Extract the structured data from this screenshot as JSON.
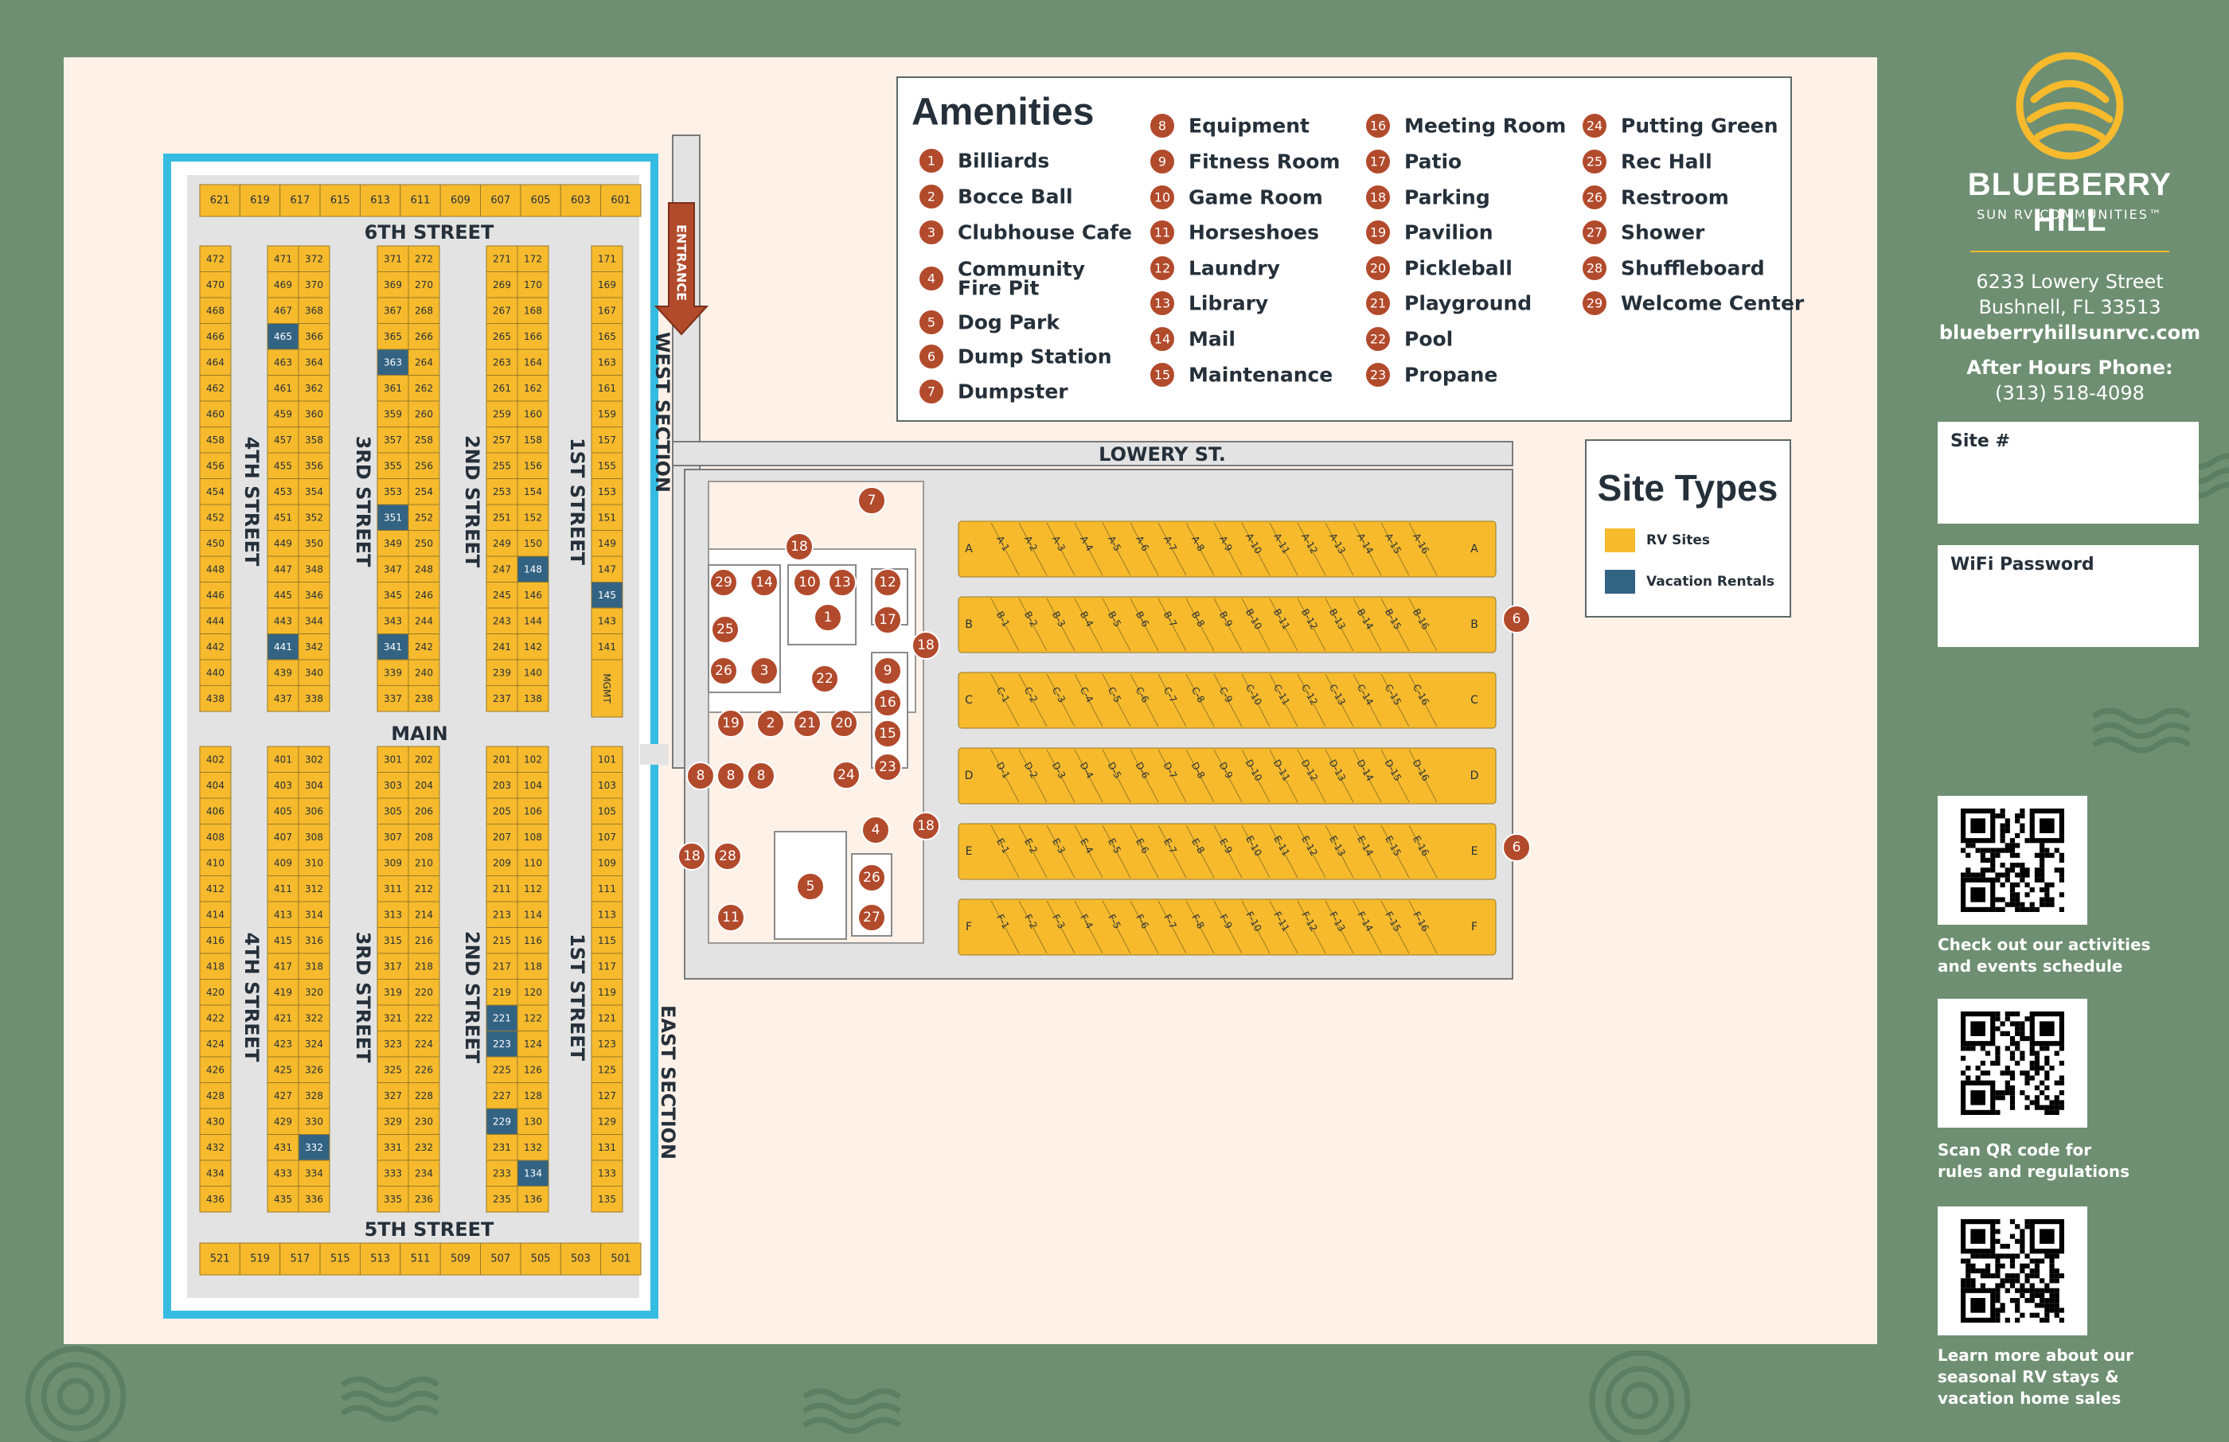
{
  "colors": {
    "sidebar_bg": "#6e8f72",
    "map_bg": "#fdf1e8",
    "rv_site": "#f6ba2c",
    "vacation_rental": "#336383",
    "road": "#e3e3e3",
    "border_blue": "#37bce1",
    "amenity_badge": "#b24a2c",
    "text_dark": "#26303a"
  },
  "amenities": {
    "title": "Amenities",
    "items": [
      {
        "n": "1",
        "name": "Billiards"
      },
      {
        "n": "2",
        "name": "Bocce Ball"
      },
      {
        "n": "3",
        "name": "Clubhouse Cafe"
      },
      {
        "n": "4",
        "name": "Community Fire Pit"
      },
      {
        "n": "5",
        "name": "Dog Park"
      },
      {
        "n": "6",
        "name": "Dump Station"
      },
      {
        "n": "7",
        "name": "Dumpster"
      },
      {
        "n": "8",
        "name": "Equipment"
      },
      {
        "n": "9",
        "name": "Fitness Room"
      },
      {
        "n": "10",
        "name": "Game Room"
      },
      {
        "n": "11",
        "name": "Horseshoes"
      },
      {
        "n": "12",
        "name": "Laundry"
      },
      {
        "n": "13",
        "name": "Library"
      },
      {
        "n": "14",
        "name": "Mail"
      },
      {
        "n": "15",
        "name": "Maintenance"
      },
      {
        "n": "16",
        "name": "Meeting Room"
      },
      {
        "n": "17",
        "name": "Patio"
      },
      {
        "n": "18",
        "name": "Parking"
      },
      {
        "n": "19",
        "name": "Pavilion"
      },
      {
        "n": "20",
        "name": "Pickleball"
      },
      {
        "n": "21",
        "name": "Playground"
      },
      {
        "n": "22",
        "name": "Pool"
      },
      {
        "n": "23",
        "name": "Propane"
      },
      {
        "n": "24",
        "name": "Putting Green"
      },
      {
        "n": "25",
        "name": "Rec Hall"
      },
      {
        "n": "26",
        "name": "Restroom"
      },
      {
        "n": "27",
        "name": "Shower"
      },
      {
        "n": "28",
        "name": "Shuffleboard"
      },
      {
        "n": "29",
        "name": "Welcome Center"
      }
    ]
  },
  "site_types": {
    "title": "Site Types",
    "rv_label": "RV Sites",
    "vacation_label": "Vacation Rentals"
  },
  "street_labels": {
    "sixth": "6TH STREET",
    "fifth": "5TH STREET",
    "main": "MAIN",
    "fourth": "4TH STREET",
    "third": "3RD STREET",
    "second": "2ND STREET",
    "first": "1ST STREET",
    "west": "WEST SECTION",
    "east": "EAST SECTION",
    "lowery": "LOWERY ST.",
    "entrance": "ENTRANCE",
    "mgmt": "MGMT"
  },
  "sites": {
    "top_row": [
      "621",
      "619",
      "617",
      "615",
      "613",
      "611",
      "609",
      "607",
      "605",
      "603",
      "601"
    ],
    "bottom_row": [
      "521",
      "519",
      "517",
      "515",
      "513",
      "511",
      "509",
      "507",
      "505",
      "503",
      "501"
    ],
    "north_columns": [
      [
        "472",
        "470",
        "468",
        "466",
        "464",
        "462",
        "460",
        "458",
        "456",
        "454",
        "452",
        "450",
        "448",
        "446",
        "444",
        "442",
        "440",
        "438"
      ],
      [
        "471",
        "469",
        "467",
        "465",
        "463",
        "461",
        "459",
        "457",
        "455",
        "453",
        "451",
        "449",
        "447",
        "445",
        "443",
        "441",
        "439",
        "437"
      ],
      [
        "372",
        "370",
        "368",
        "366",
        "364",
        "362",
        "360",
        "358",
        "356",
        "354",
        "352",
        "350",
        "348",
        "346",
        "344",
        "342",
        "340",
        "338"
      ],
      [
        "371",
        "369",
        "367",
        "365",
        "363",
        "361",
        "359",
        "357",
        "355",
        "353",
        "351",
        "349",
        "347",
        "345",
        "343",
        "341",
        "339",
        "337"
      ],
      [
        "272",
        "270",
        "268",
        "266",
        "264",
        "262",
        "260",
        "258",
        "256",
        "254",
        "252",
        "250",
        "248",
        "246",
        "244",
        "242",
        "240",
        "238"
      ],
      [
        "271",
        "269",
        "267",
        "265",
        "263",
        "261",
        "259",
        "257",
        "255",
        "253",
        "251",
        "249",
        "247",
        "245",
        "243",
        "241",
        "239",
        "237"
      ],
      [
        "172",
        "170",
        "168",
        "166",
        "164",
        "162",
        "160",
        "158",
        "156",
        "154",
        "152",
        "150",
        "148",
        "146",
        "144",
        "142",
        "140",
        "138"
      ],
      [
        "171",
        "169",
        "167",
        "165",
        "163",
        "161",
        "159",
        "157",
        "155",
        "153",
        "151",
        "149",
        "147",
        "145",
        "143",
        "141"
      ]
    ],
    "south_columns": [
      [
        "402",
        "404",
        "406",
        "408",
        "410",
        "412",
        "414",
        "416",
        "418",
        "420",
        "422",
        "424",
        "426",
        "428",
        "430",
        "432",
        "434",
        "436"
      ],
      [
        "401",
        "403",
        "405",
        "407",
        "409",
        "411",
        "413",
        "415",
        "417",
        "419",
        "421",
        "423",
        "425",
        "427",
        "429",
        "431",
        "433",
        "435"
      ],
      [
        "302",
        "304",
        "306",
        "308",
        "310",
        "312",
        "314",
        "316",
        "318",
        "320",
        "322",
        "324",
        "326",
        "328",
        "330",
        "332",
        "334",
        "336"
      ],
      [
        "301",
        "303",
        "305",
        "307",
        "309",
        "311",
        "313",
        "315",
        "317",
        "319",
        "321",
        "323",
        "325",
        "327",
        "329",
        "331",
        "333",
        "335"
      ],
      [
        "202",
        "204",
        "206",
        "208",
        "210",
        "212",
        "214",
        "216",
        "218",
        "220",
        "222",
        "224",
        "226",
        "228",
        "230",
        "232",
        "234",
        "236"
      ],
      [
        "201",
        "203",
        "205",
        "207",
        "209",
        "211",
        "213",
        "215",
        "217",
        "219",
        "221",
        "223",
        "225",
        "227",
        "229",
        "231",
        "233",
        "235"
      ],
      [
        "102",
        "104",
        "106",
        "108",
        "110",
        "112",
        "114",
        "116",
        "118",
        "120",
        "122",
        "124",
        "126",
        "128",
        "130",
        "132",
        "134",
        "136"
      ],
      [
        "101",
        "103",
        "105",
        "107",
        "109",
        "111",
        "113",
        "115",
        "117",
        "119",
        "121",
        "123",
        "125",
        "127",
        "129",
        "131",
        "133",
        "135"
      ]
    ],
    "vacation_rentals": [
      "465",
      "363",
      "351",
      "341",
      "441",
      "148",
      "145",
      "332",
      "221",
      "223",
      "229",
      "134"
    ],
    "east_rows": [
      "A",
      "B",
      "C",
      "D",
      "E",
      "F"
    ],
    "east_site_count": 16
  },
  "map_markers": [
    {
      "n": "7"
    },
    {
      "n": "18"
    },
    {
      "n": "29"
    },
    {
      "n": "14"
    },
    {
      "n": "10"
    },
    {
      "n": "13"
    },
    {
      "n": "12"
    },
    {
      "n": "1"
    },
    {
      "n": "17"
    },
    {
      "n": "25"
    },
    {
      "n": "18"
    },
    {
      "n": "26"
    },
    {
      "n": "3"
    },
    {
      "n": "22"
    },
    {
      "n": "9"
    },
    {
      "n": "16"
    },
    {
      "n": "19"
    },
    {
      "n": "2"
    },
    {
      "n": "21"
    },
    {
      "n": "20"
    },
    {
      "n": "15"
    },
    {
      "n": "23"
    },
    {
      "n": "24"
    },
    {
      "n": "8"
    },
    {
      "n": "8"
    },
    {
      "n": "8"
    },
    {
      "n": "4"
    },
    {
      "n": "18"
    },
    {
      "n": "18"
    },
    {
      "n": "28"
    },
    {
      "n": "5"
    },
    {
      "n": "26"
    },
    {
      "n": "11"
    },
    {
      "n": "27"
    },
    {
      "n": "6"
    },
    {
      "n": "6"
    }
  ],
  "brand": {
    "name": "BLUEBERRY HILL",
    "tagline": "SUN RV COMMUNITIES™",
    "address1": "6233 Lowery Street",
    "address2": "Bushnell, FL 33513",
    "website": "blueberryhillsunrvc.com",
    "after_hours_label": "After Hours Phone:",
    "phone": "(313) 518-4098"
  },
  "fields": {
    "site": "Site #",
    "wifi": "WiFi Password"
  },
  "qr_captions": [
    [
      "Check out our activities",
      "and events schedule"
    ],
    [
      "Scan QR code for",
      "rules and regulations"
    ],
    [
      "Learn more about our",
      "seasonal RV stays &",
      "vacation home sales"
    ]
  ]
}
